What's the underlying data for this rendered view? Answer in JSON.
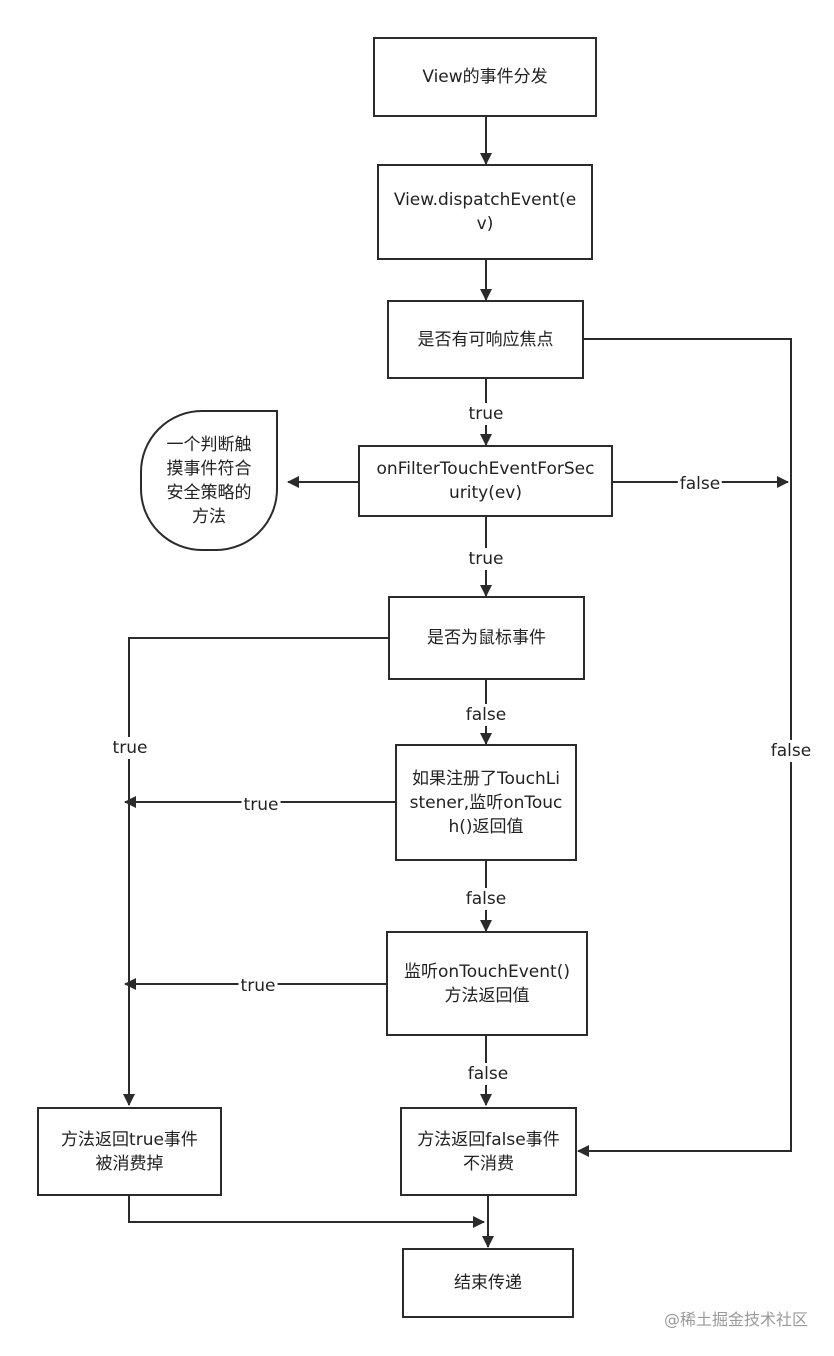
{
  "nodes": {
    "view_event_dispatch": "View的事件分发",
    "dispatch_event": "View.dispatchEvent(ev)",
    "has_focus": "是否有可响应焦点",
    "filter_touch": "onFilterTouchEventForSecurity(ev)",
    "security_note": "一个判断触摸事件符合安全策略的方法",
    "is_mouse_event": "是否为鼠标事件",
    "touch_listener": "如果注册了TouchListener,监听onTouch()返回值",
    "on_touch_event": "监听onTouchEvent()方法返回值",
    "return_true": "方法返回true事件被消费掉",
    "return_false": "方法返回false事件不消费",
    "end_delivery": "结束传递"
  },
  "edge_labels": {
    "focus_true": "true",
    "filter_false": "false",
    "filter_true": "true",
    "mouse_false": "false",
    "mouse_true": "true",
    "listener_true": "true",
    "listener_false": "false",
    "right_false": "false",
    "touch_event_true": "true",
    "touch_event_false": "false"
  },
  "watermark": "@稀土掘金技术社区",
  "colors": {
    "stroke": "#2b2b2b",
    "text": "#222222",
    "watermark": "#9a9a9a"
  }
}
